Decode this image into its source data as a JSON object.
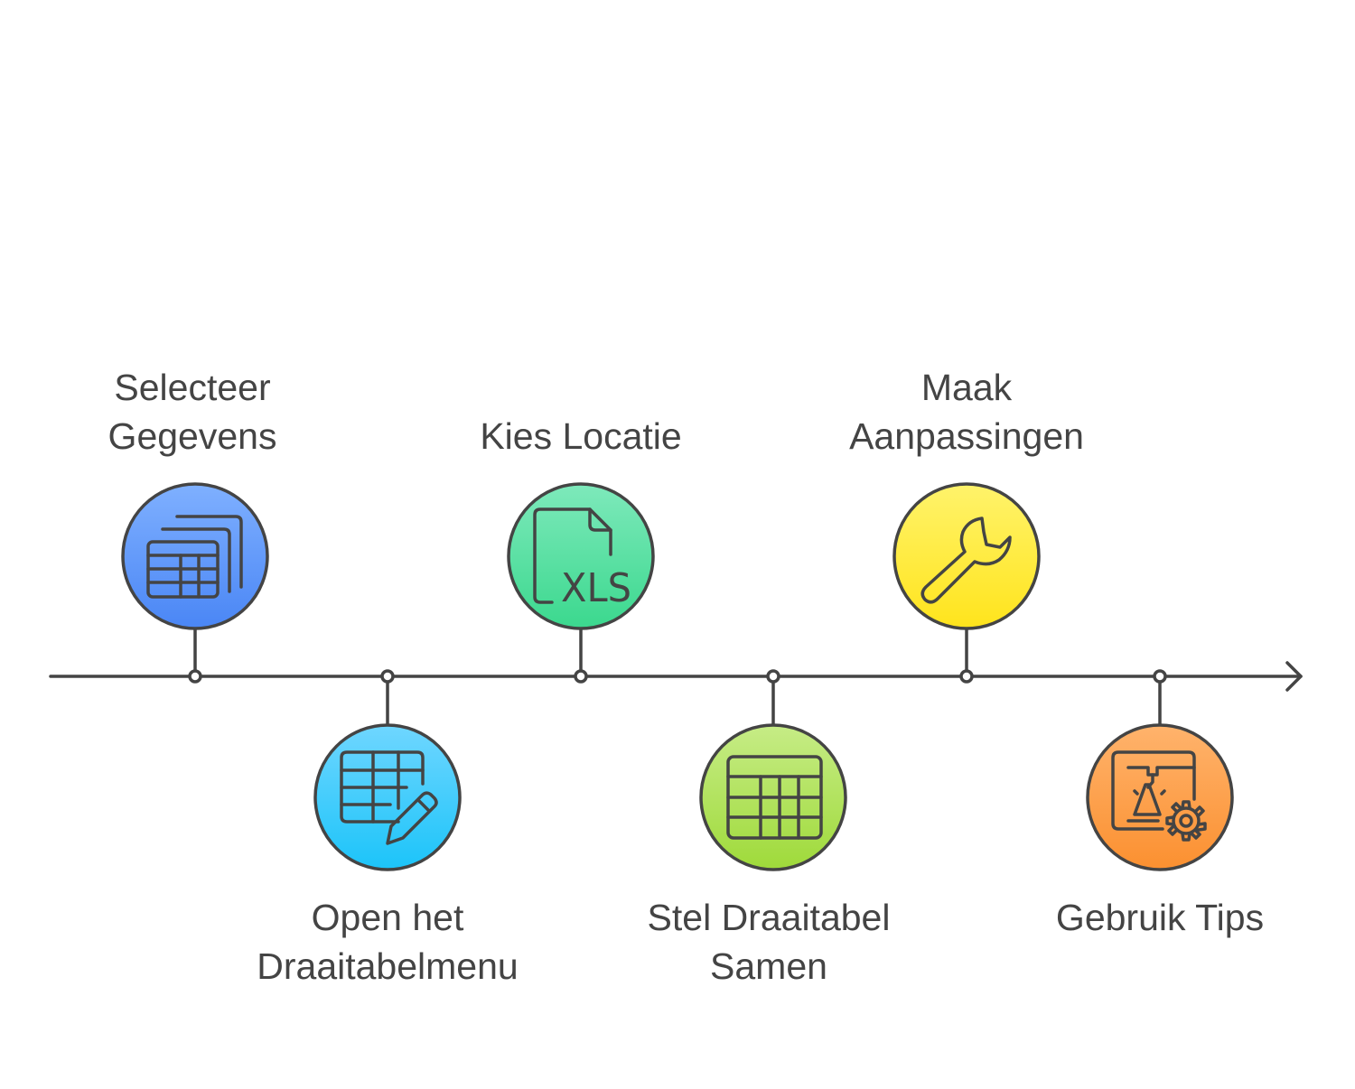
{
  "steps": [
    {
      "id": "selecteer",
      "lines": [
        "Selecteer",
        "Gegevens"
      ],
      "icon": "stacked-table-icon",
      "color_top": "#7fb0ff",
      "color_bottom": "#4a86f5"
    },
    {
      "id": "open",
      "lines": [
        "Open het",
        "Draaitabelmenu"
      ],
      "icon": "table-edit-icon",
      "color_top": "#6fd6ff",
      "color_bottom": "#1cc4f9"
    },
    {
      "id": "kies",
      "lines": [
        "",
        "Kies Locatie"
      ],
      "icon": "xls-file-icon",
      "icon_text": "XLS",
      "color_top": "#7ee9bb",
      "color_bottom": "#3bd88e"
    },
    {
      "id": "stel",
      "lines": [
        "Stel Draaitabel",
        "Samen"
      ],
      "icon": "table-grid-icon",
      "color_top": "#c6ec86",
      "color_bottom": "#9fda3a"
    },
    {
      "id": "maak",
      "lines": [
        "Maak",
        "Aanpassingen"
      ],
      "icon": "wrench-icon",
      "color_top": "#fff36b",
      "color_bottom": "#ffe41c"
    },
    {
      "id": "tips",
      "lines": [
        "Gebruik Tips",
        ""
      ],
      "icon": "tips-settings-icon",
      "color_top": "#ffb36c",
      "color_bottom": "#fb9030"
    }
  ],
  "colors": {
    "stroke": "#444444",
    "text": "#444444",
    "background": "#ffffff"
  }
}
